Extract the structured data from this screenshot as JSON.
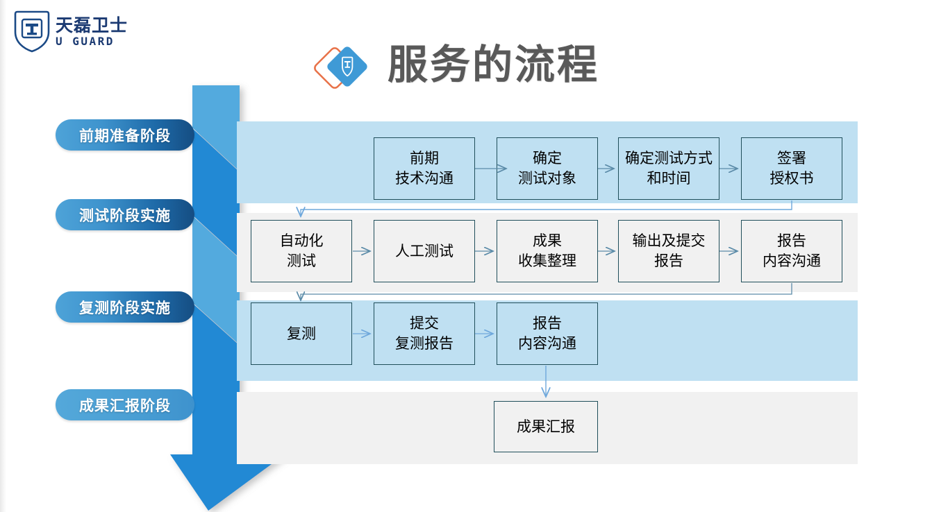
{
  "brand": {
    "name_cn": "天磊卫士",
    "name_en": "U GUARD",
    "logo_icon": "shield-t-monogram-icon",
    "logo_color": "#1b3a72"
  },
  "header": {
    "title": "服务的流程",
    "title_color": "#595959",
    "title_icon": "diamond-shield-icon",
    "title_icon_accent": "#e8734a",
    "title_icon_fill": "#3f9ad6"
  },
  "colors": {
    "band_blue": "#bfe0f2",
    "band_gray": "#f1f1f1",
    "arrow_light": "#53aade",
    "arrow_dark": "#2489d4",
    "box_border": "#1f4e5a",
    "connector": "#5b8ba8",
    "pill_gradient_start": "#4ea3d8",
    "pill_gradient_end": "#154d82"
  },
  "stages": [
    {
      "label": "前期准备阶段",
      "style": "dark"
    },
    {
      "label": "测试阶段实施",
      "style": "dark"
    },
    {
      "label": "复测阶段实施",
      "style": "dark"
    },
    {
      "label": "成果汇报阶段",
      "style": "light"
    }
  ],
  "chart_data": {
    "type": "flowchart",
    "title": "服务的流程",
    "orientation": "vertical-stages-horizontal-steps",
    "rows": [
      {
        "stage": "前期准备阶段",
        "band": "blue",
        "steps": [
          "前期\n技术沟通",
          "确定\n测试对象",
          "确定测试方式\n和时间",
          "签署\n授权书"
        ]
      },
      {
        "stage": "测试阶段实施",
        "band": "gray",
        "steps": [
          "自动化\n测试",
          "人工测试",
          "成果\n收集整理",
          "输出及提交\n报告",
          "报告\n内容沟通"
        ]
      },
      {
        "stage": "复测阶段实施",
        "band": "blue",
        "steps": [
          "复测",
          "提交\n复测报告",
          "报告\n内容沟通"
        ]
      },
      {
        "stage": "成果汇报阶段",
        "band": "gray",
        "steps": [
          "成果汇报"
        ]
      }
    ],
    "connections": [
      "前期技术沟通 → 确定测试对象",
      "确定测试对象 → 确定测试方式和时间",
      "确定测试方式和时间 → 签署授权书",
      "签署授权书 → 自动化测试",
      "自动化测试 → 人工测试",
      "人工测试 → 成果收集整理",
      "成果收集整理 → 输出及提交报告",
      "输出及提交报告 → 报告内容沟通",
      "报告内容沟通 → 复测",
      "复测 → 提交复测报告",
      "提交复测报告 → 报告内容沟通",
      "报告内容沟通 → 成果汇报"
    ]
  }
}
